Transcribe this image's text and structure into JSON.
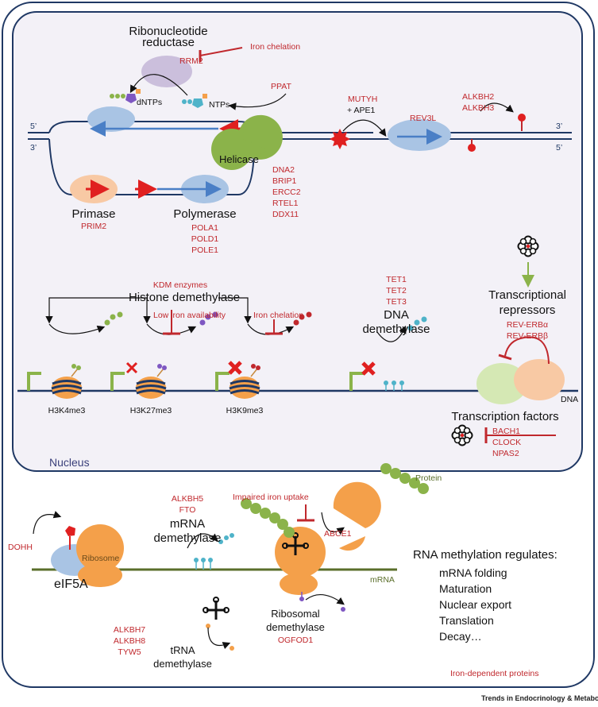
{
  "nucleus": {
    "label": "Nucleus",
    "replication": {
      "ribonucleotide_reductase": [
        "Ribonucleotide",
        "reductase"
      ],
      "rrm2": "RRM2",
      "iron_chelation": "Iron chelation",
      "ppat": "PPAT",
      "dntps": "dNTPs",
      "ntps": "NTPs",
      "strand_5_left": "5’",
      "strand_3_left": "3’",
      "strand_3_right": "3’",
      "strand_5_right": "5’",
      "helicase": "Helicase",
      "helicase_proteins": [
        "DNA2",
        "BRIP1",
        "ERCC2",
        "RTEL1",
        "DDX11"
      ],
      "primase": "Primase",
      "prim2": "PRIM2",
      "polymerase": "Polymerase",
      "polymerase_proteins": [
        "POLA1",
        "POLD1",
        "POLE1"
      ],
      "mutyh": "MUTYH",
      "ape1": "+ APE1",
      "rev3l": "REV3L",
      "alkbh": [
        "ALKBH2",
        "ALKBH3"
      ]
    },
    "epigenetics": {
      "kdm_enzymes": "KDM enzymes",
      "histone_demethylase": "Histone demethylase",
      "low_iron": "Low iron availability",
      "iron_chelation": "Iron chelation",
      "tet": [
        "TET1",
        "TET2",
        "TET3"
      ],
      "dna_demethylase": [
        "DNA",
        "demethylase"
      ],
      "marks": [
        "H3K4me3",
        "H3K27me3",
        "H3K9me3"
      ],
      "transcriptional_repressors": [
        "Transcriptional",
        "repressors"
      ],
      "rev_erb": [
        "REV-ERBα",
        "REV-ERBβ"
      ],
      "dna": "DNA",
      "transcription_factors": "Transcription factors",
      "tf_proteins": [
        "BACH1",
        "CLOCK",
        "NPAS2"
      ]
    }
  },
  "cytoplasm": {
    "dohh": "DOHH",
    "ribosome": "Ribosome",
    "eif5a": "eIF5A",
    "alkbh5": "ALKBH5",
    "fto": "FTO",
    "mrna_demethylase": [
      "mRNA",
      "demethylase"
    ],
    "impaired_iron_uptake": "Impaired iron uptake",
    "abce1": "ABCE1",
    "protein": "Protein",
    "mrna": "mRNA",
    "ribosomal_demethylase": [
      "Ribosomal",
      "demethylase"
    ],
    "ogfod1": "OGFOD1",
    "trna_proteins": [
      "ALKBH7",
      "ALKBH8",
      "TYW5"
    ],
    "trna_demethylase": [
      "tRNA",
      "demethylase"
    ],
    "rna_methylation_title": "RNA methylation regulates:",
    "rna_methylation_items": [
      "mRNA folding",
      "Maturation",
      "Nuclear export",
      "Translation",
      "Decay…"
    ],
    "legend_iron_dependent": "Iron-dependent proteins"
  },
  "footer": {
    "journal": "Trends in Endocrinology & Metabolism"
  },
  "colors": {
    "iron_red": "#c0282d",
    "dna_navy": "#1f3864",
    "blue_shape": "#a9c4e4",
    "orange": "#f4a04a",
    "green": "#8bb34a",
    "purple_shape": "#cbbfdc",
    "mrna_line": "#5a6e2a"
  }
}
